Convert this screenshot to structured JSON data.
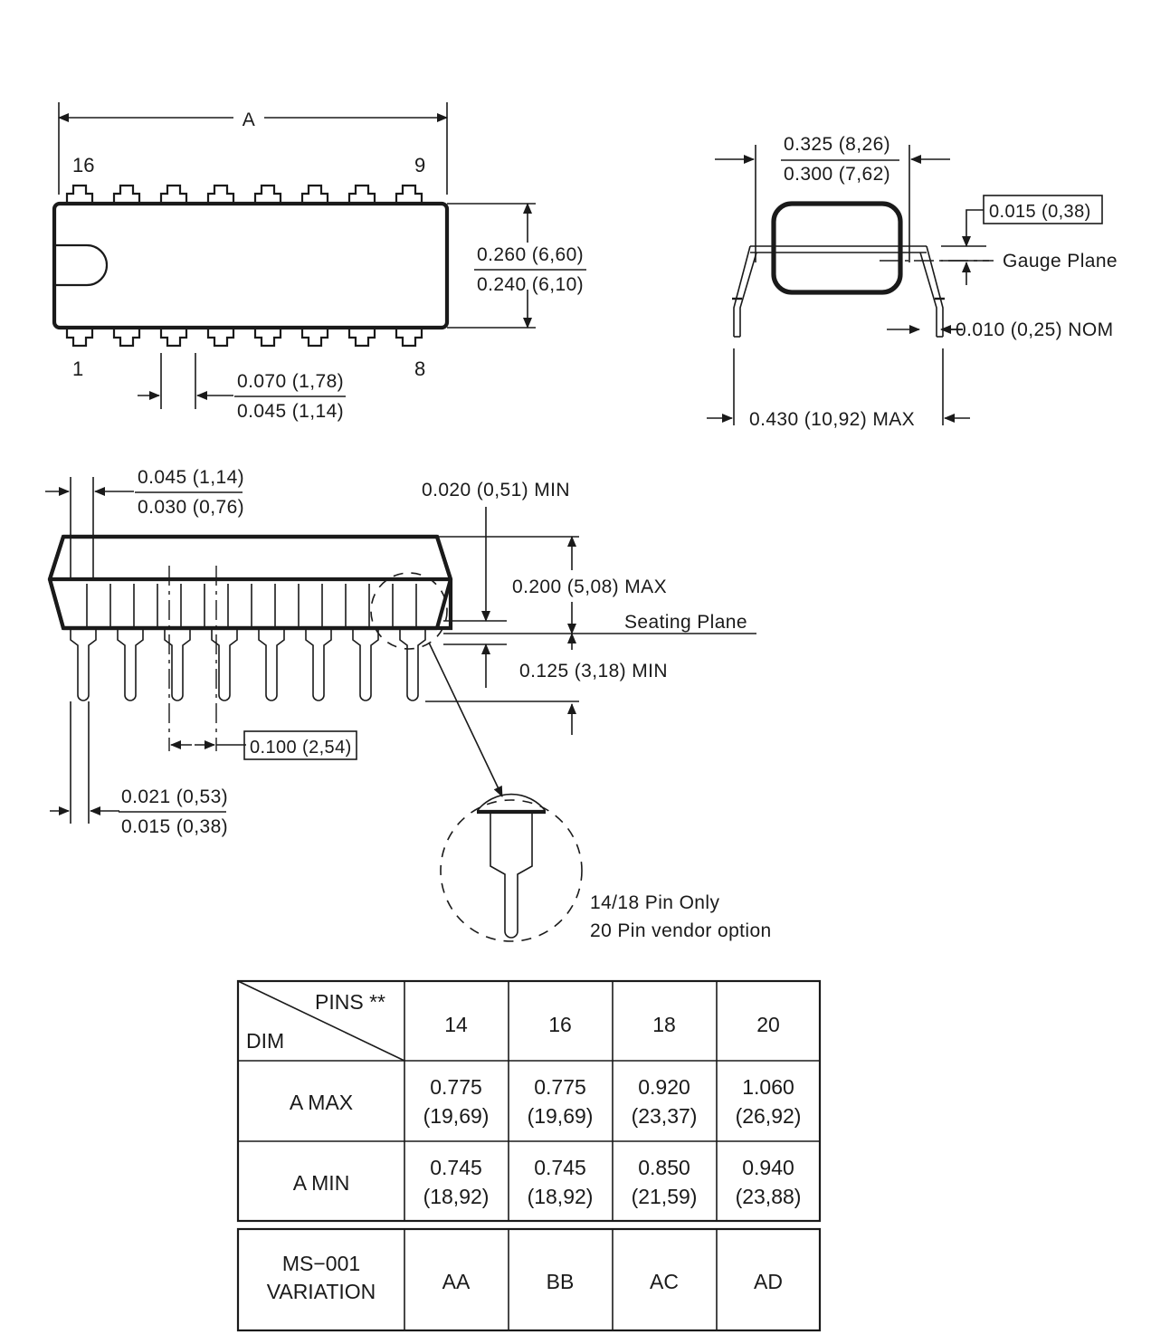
{
  "drawing": {
    "title": "DIP package mechanical outline drawing",
    "top_view": {
      "overall_label": "A",
      "pin_top_left": "16",
      "pin_top_right": "9",
      "pin_bottom_left": "1",
      "pin_bottom_right": "8",
      "body_width": {
        "upper": "0.260  (6,60)",
        "lower": "0.240  (6,10)"
      },
      "lead_width": {
        "upper": "0.070  (1,78)",
        "lower": "0.045  (1,14)"
      }
    },
    "end_view": {
      "row_spacing": {
        "upper": "0.325  (8,26)",
        "lower": "0.300  (7,62)"
      },
      "gauge_box": "0.015  (0,38)",
      "gauge_label": "Gauge Plane",
      "lead_thickness": "0.010  (0,25)  NOM",
      "overall_span": "0.430  (10,92)  MAX"
    },
    "side_view": {
      "standoff_shoulder": {
        "upper": "0.045  (1,14)",
        "lower": "0.030  (0,76)"
      },
      "seating_standoff": "0.020  (0,51)  MIN",
      "seated_height": "0.200  (5,08)  MAX",
      "seating_plane_label": "Seating Plane",
      "lead_length": "0.125  (3,18)  MIN",
      "pin_pitch_box": "0.100  (2,54)",
      "lead_thickness": {
        "upper": "0.021  (0,53)",
        "lower": "0.015  (0,38)"
      }
    },
    "detail_note": {
      "line1": "14/18 Pin Only",
      "line2": "20 Pin vendor option"
    }
  },
  "table": {
    "corner_upper": "PINS  **",
    "corner_lower": "DIM",
    "columns": [
      "14",
      "16",
      "18",
      "20"
    ],
    "rows": [
      {
        "label": "A    MAX",
        "cells": [
          {
            "inch": "0.775",
            "mm": "(19,69)"
          },
          {
            "inch": "0.775",
            "mm": "(19,69)"
          },
          {
            "inch": "0.920",
            "mm": "(23,37)"
          },
          {
            "inch": "1.060",
            "mm": "(26,92)"
          }
        ]
      },
      {
        "label": "A    MIN",
        "cells": [
          {
            "inch": "0.745",
            "mm": "(18,92)"
          },
          {
            "inch": "0.745",
            "mm": "(18,92)"
          },
          {
            "inch": "0.850",
            "mm": "(21,59)"
          },
          {
            "inch": "0.940",
            "mm": "(23,88)"
          }
        ]
      }
    ],
    "variation_row": {
      "label_line1": "MS−001",
      "label_line2": "VARIATION",
      "cells": [
        "AA",
        "BB",
        "AC",
        "AD"
      ]
    }
  },
  "colors": {
    "ink": "#1a1a1a",
    "paper": "#ffffff"
  }
}
